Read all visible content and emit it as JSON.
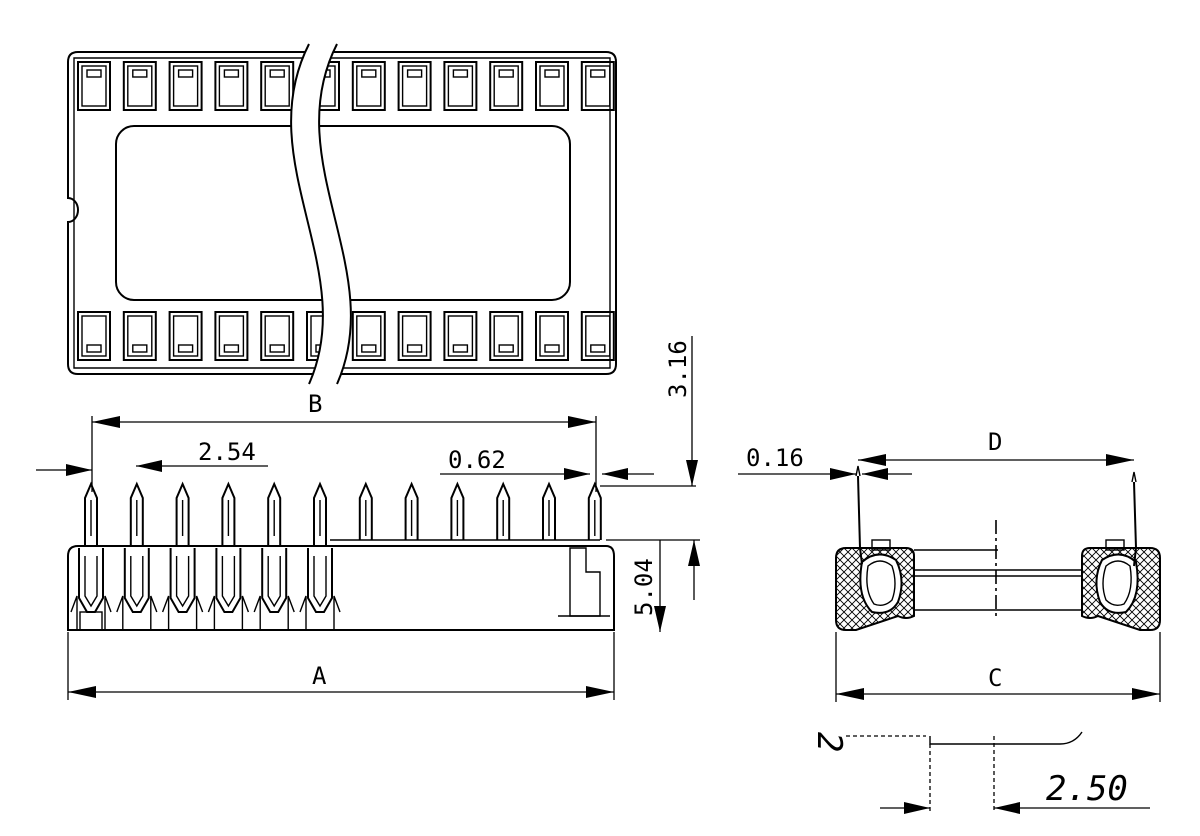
{
  "labels": {
    "A": "A",
    "B": "B",
    "C": "C",
    "D": "D",
    "pitch": "2.54",
    "pin_width": "0.62",
    "stand_height": "3.16",
    "body_height": "5.04",
    "lead_thickness": "0.16",
    "detail_offset": "2.50",
    "detail_mark": "2"
  },
  "colors": {
    "line": "#000000",
    "background": "#ffffff"
  }
}
